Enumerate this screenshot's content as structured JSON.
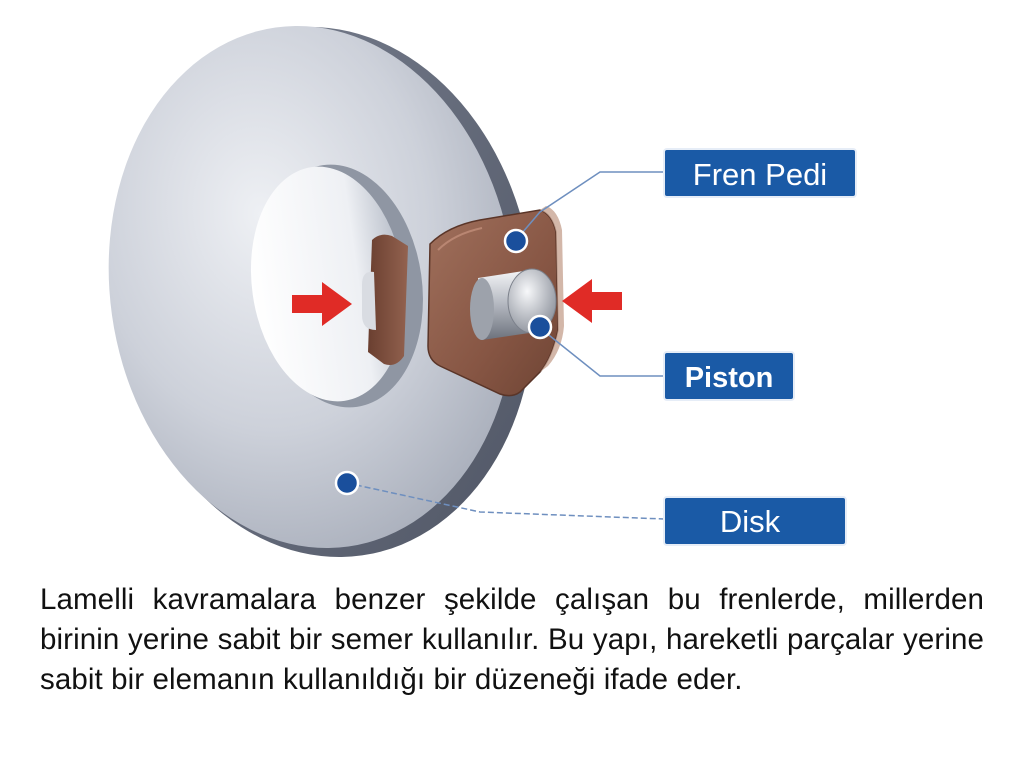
{
  "labels": {
    "pad": "Fren Pedi",
    "piston": "Piston",
    "disk": "Disk"
  },
  "caption": "Lamelli kavramalara benzer şekilde çalışan bu frenlerde, millerden birinin yerine sabit bir semer kullanılır. Bu yapı, hareketli parçalar yerine sabit bir elemanın kullanıldığı bir düzeneği ifade eder.",
  "colors": {
    "label_bg": "#1a5aa6",
    "marker": "#1a4f9c",
    "arrow": "#e02b26",
    "pad": "#8a5a48",
    "disc": "#c9cdd6"
  },
  "icons": [
    "left-arrow-icon",
    "right-arrow-icon"
  ]
}
